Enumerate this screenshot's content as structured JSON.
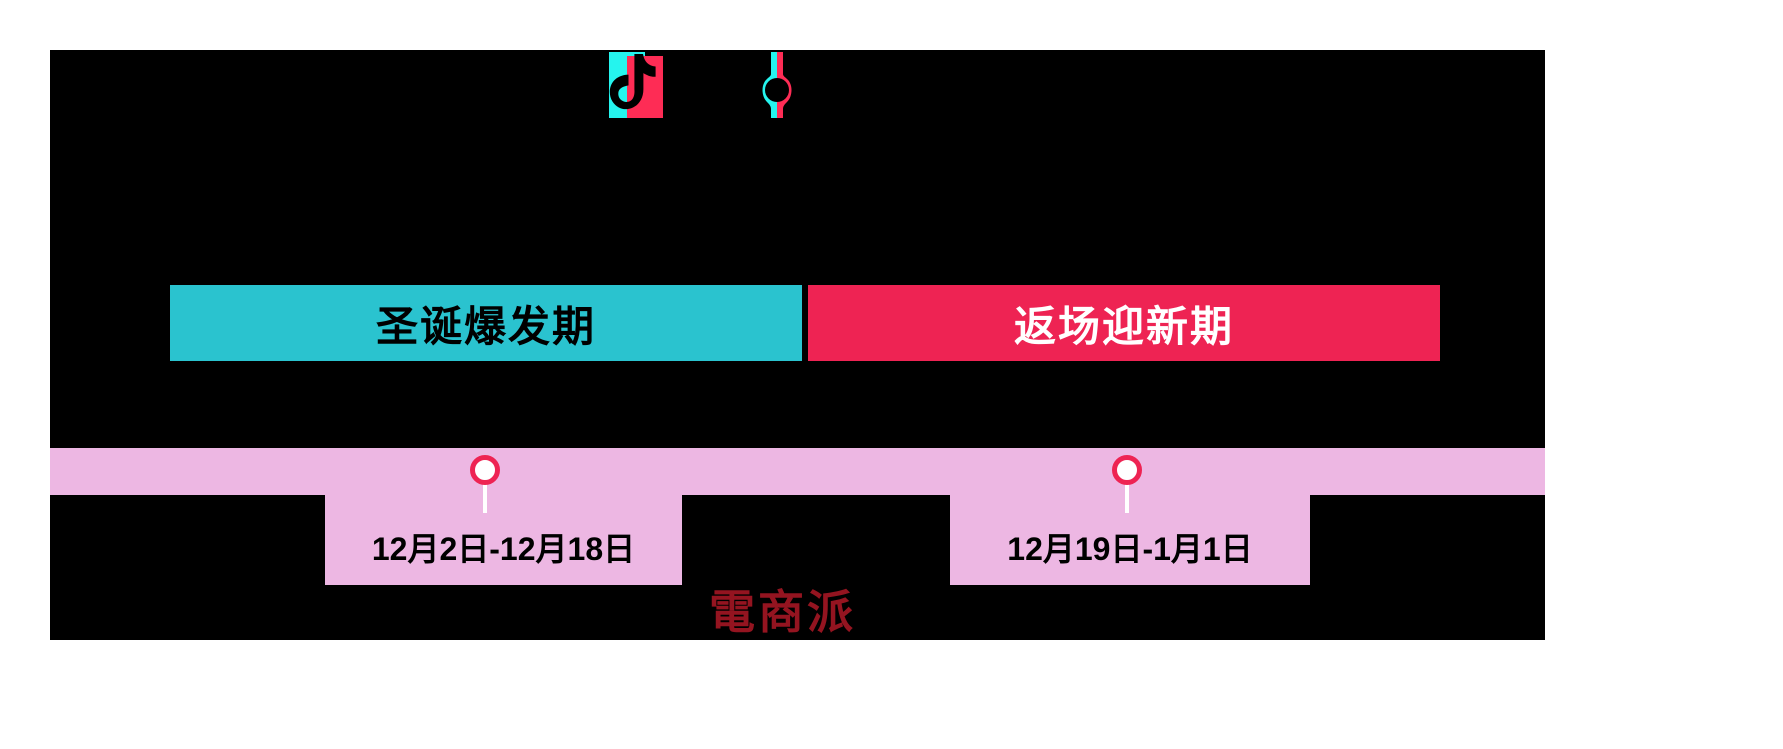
{
  "page": {
    "background_color": "#ffffff",
    "canvas_color": "#000000",
    "accent_teal": "#2ac3cf",
    "accent_red": "#ee2353",
    "timeline_band_color": "#edb7e3"
  },
  "brand": {
    "logo_name": "tiktok-logo",
    "secondary_icon_name": "vase-icon"
  },
  "phases": [
    {
      "label": "圣诞爆发期",
      "bg_color": "#2ac3cf",
      "text_color": "#000000",
      "date_range": "12月2日-12月18日"
    },
    {
      "label": "返场迎新期",
      "bg_color": "#ee2353",
      "text_color": "#ffffff",
      "date_range": "12月19日-1月1日"
    }
  ],
  "markers": [
    {
      "name": "phase-1-marker",
      "color": "#ee2353"
    },
    {
      "name": "phase-2-marker",
      "color": "#ee2353"
    }
  ],
  "watermark": {
    "text": "電商派",
    "color": "#9c1622"
  }
}
